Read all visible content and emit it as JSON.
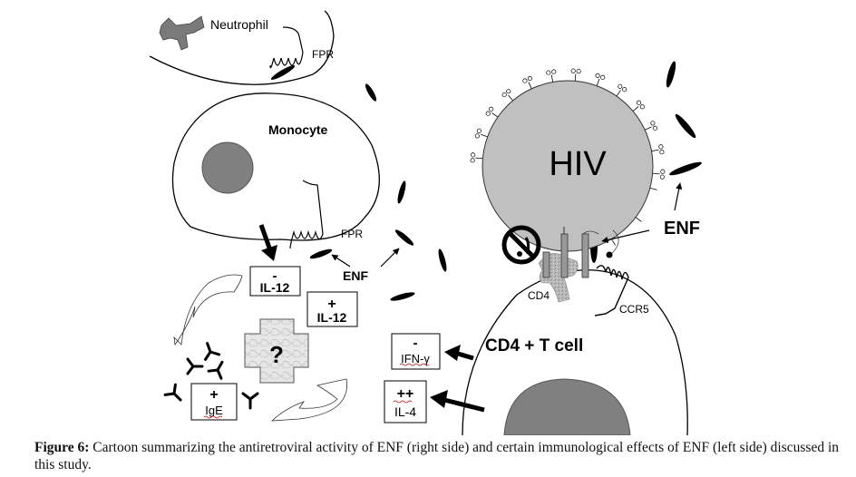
{
  "figure": {
    "cells": {
      "neutrophil": "Neutrophil",
      "monocyte": "Monocyte",
      "hiv": "HIV",
      "tcell": "CD4 + T cell"
    },
    "receptors": {
      "fpr_neutrophil": "FPR",
      "fpr_monocyte": "FPR",
      "cd4": "CD4",
      "ccr5": "CCR5"
    },
    "drug_labels": {
      "enf_left": "ENF",
      "enf_right": "ENF"
    },
    "boxes": {
      "il12_minus": {
        "sign": "-",
        "label": "IL-12"
      },
      "il12_plus": {
        "sign": "+",
        "label": "IL-12"
      },
      "ige_plus": {
        "sign": "+",
        "label": "IgE"
      },
      "ifng_minus": {
        "sign": "-",
        "label": "IFN-γ"
      },
      "il4_plusplus": {
        "sign": "++",
        "label": "IL-4"
      }
    },
    "unknown_symbol": "?",
    "colors": {
      "nucleus": "#808080",
      "hiv_body": "#c0c0c0",
      "ink": "#000000",
      "cd4_protein": "#b8b8b8",
      "spell_underline": "#cc0000"
    }
  },
  "caption": {
    "label": "Figure 6:",
    "text": " Cartoon summarizing the antiretroviral activity of ENF (right side) and certain immunological effects of ENF (left side) discussed in this study."
  }
}
